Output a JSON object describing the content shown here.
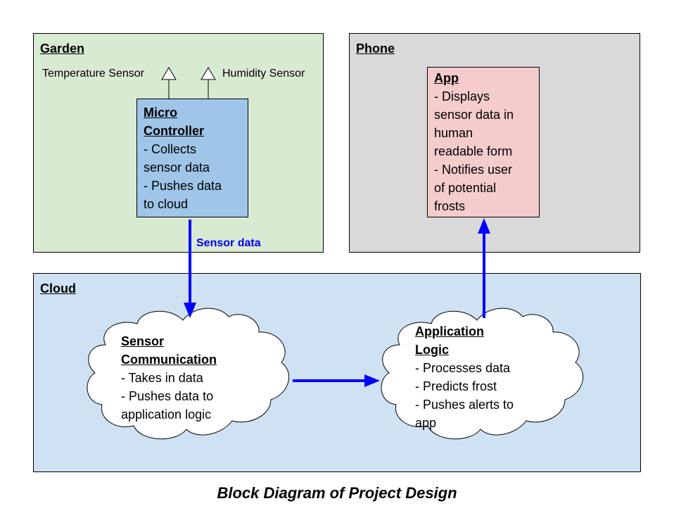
{
  "regions": {
    "garden": {
      "title": "Garden",
      "color": "#d9ead3"
    },
    "phone": {
      "title": "Phone",
      "color": "#d9d9d9"
    },
    "cloud": {
      "title": "Cloud",
      "color": "#cfe2f3"
    }
  },
  "sensors": {
    "temperature": "Temperature Sensor",
    "humidity": "Humidity Sensor"
  },
  "micro_controller": {
    "title_line1": "Micro",
    "title_line2": "Controller",
    "lines": [
      "- Collects",
      "sensor data",
      "- Pushes data",
      "to cloud"
    ],
    "color": "#9fc5e8"
  },
  "app": {
    "title": "App",
    "lines": [
      "- Displays",
      "sensor data in",
      "human",
      "readable form",
      "- Notifies user",
      "of potential",
      "frosts"
    ],
    "color": "#f4cccc"
  },
  "sensor_communication": {
    "title_line1": "Sensor",
    "title_line2": "Communication",
    "lines": [
      "- Takes in data",
      "- Pushes data to",
      "application logic"
    ]
  },
  "application_logic": {
    "title_line1": "Application",
    "title_line2": "Logic",
    "lines": [
      "- Processes data",
      "- Predicts frost",
      "- Pushes alerts to",
      "app"
    ]
  },
  "edges": {
    "sensor_data_label": "Sensor data",
    "arrow_color": "#0000ff"
  },
  "caption": "Block Diagram of Project Design"
}
